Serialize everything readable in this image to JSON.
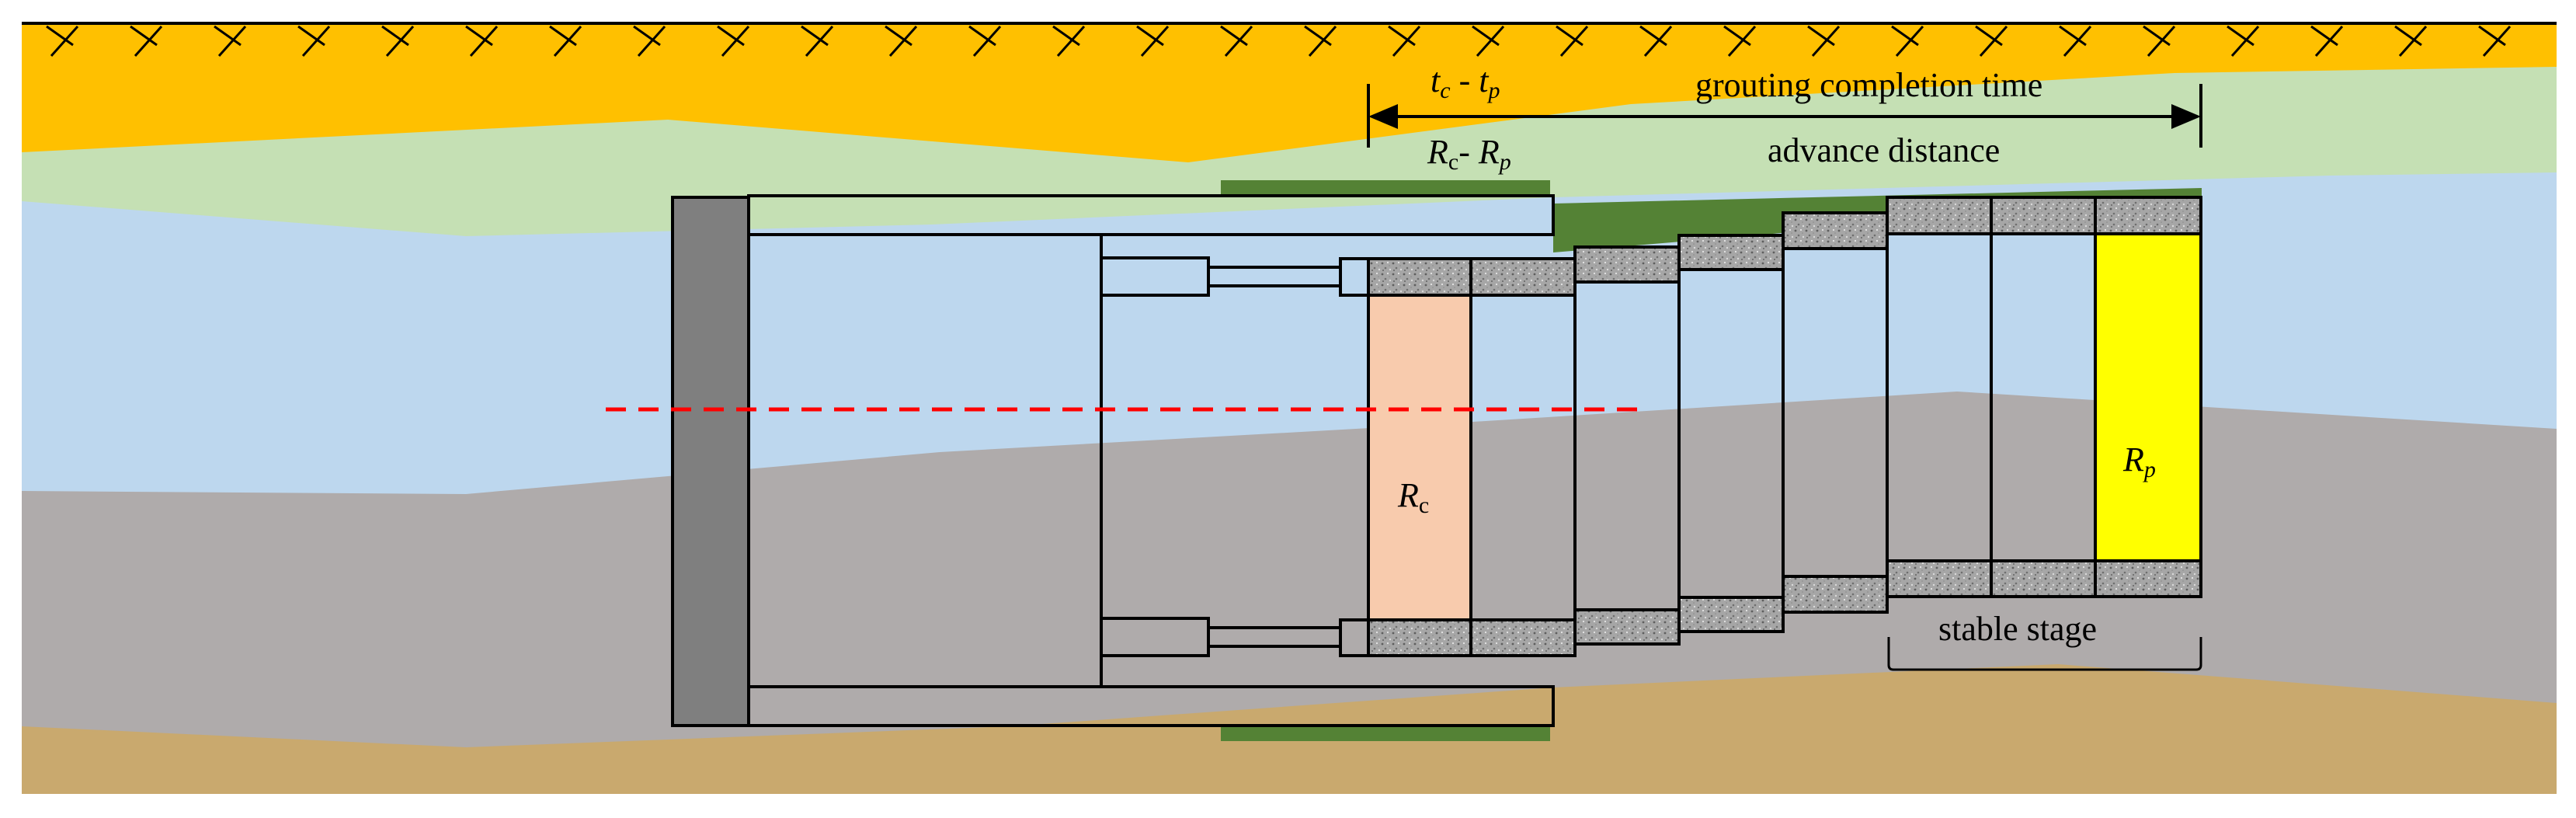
{
  "labels": {
    "tc_tp": {
      "t1": "t",
      "s1": "c",
      "sep": " - ",
      "t2": "t",
      "s2": "p"
    },
    "rc_rp": {
      "t1": "R",
      "s1": "c",
      "sep": "- ",
      "t2": "R",
      "s2": "p"
    },
    "grouting_completion_time": "grouting completion time",
    "advance_distance": "advance distance",
    "rc_ring": {
      "t": "R",
      "s": "c"
    },
    "rp_ring": {
      "t": "R",
      "s": "p"
    },
    "stable_stage": "stable stage"
  },
  "colors": {
    "surface_soil": "#FFC000",
    "green_layer": "#C5E0B4",
    "blue_layer": "#BDD7EE",
    "gray_layer": "#AFABAB",
    "tan_layer": "#C9A96E",
    "shield_face": "#7F7F7F",
    "grout": "#548235",
    "rc_ring_fill": "#F8CBAD",
    "rp_ring_fill": "#FFFF00",
    "axis_line": "#FF0000",
    "segment_hatch": "#9E9E9E"
  }
}
